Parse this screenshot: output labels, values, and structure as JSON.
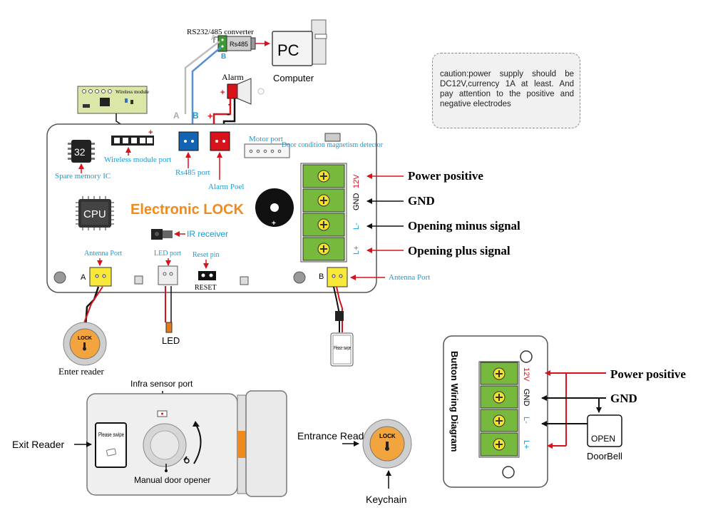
{
  "top": {
    "converter_label": "RS232/485 converter",
    "converter_chip": "Rs485",
    "pc_label": "PC",
    "computer_label": "Computer",
    "wire_a": "A",
    "wire_b": "B",
    "alarm_label": "Alarm",
    "plus": "+",
    "minus": "-"
  },
  "caution": {
    "text": "caution:power supply should be DC12V,currency 1A at least. And pay attention to the positive and negative electrodes"
  },
  "board": {
    "wireless_module_title": "Wireless module",
    "wireless_module_port": "Wireless module port",
    "chip_32": "32",
    "spare_memory": "Spare memory IC",
    "rs485_port": "Rs485 port",
    "alarm_port": "Alarm Poel",
    "motor_port": "Motor port",
    "door_detector": "Door condition magnetism detector",
    "cpu": "CPU",
    "title": "Electronic LOCK",
    "ir_receiver": "IR receiver",
    "antenna_port_a": "Antenna Port",
    "label_a": "A",
    "led_port": "LED port",
    "reset_pin": "Reset pin",
    "reset": "RESET",
    "label_b": "B",
    "antenna_port_b": "Antenna Port",
    "terminals": [
      "12V",
      "GND",
      "L-",
      "L+"
    ],
    "signals": [
      "Power positive",
      "GND",
      "Opening minus signal",
      "Opening plus signal"
    ]
  },
  "bottom": {
    "lock_badge": "LOCK",
    "enter_reader": "Enter reader",
    "led": "LED",
    "please_swipe": "Please swipe",
    "infra_sensor_port": "Infra sensor port",
    "exit_reader": "Exit Reader",
    "manual_door_opener": "Manual door opener",
    "entrance_reader": "Entrance Reader",
    "keychain": "Keychain"
  },
  "wiring": {
    "title": "Button Wiring Diagram",
    "terminals": [
      "12V",
      "GND",
      "L-",
      "L+"
    ],
    "power_positive": "Power positive",
    "gnd": "GND",
    "open": "OPEN",
    "doorbell": "DoorBell"
  }
}
